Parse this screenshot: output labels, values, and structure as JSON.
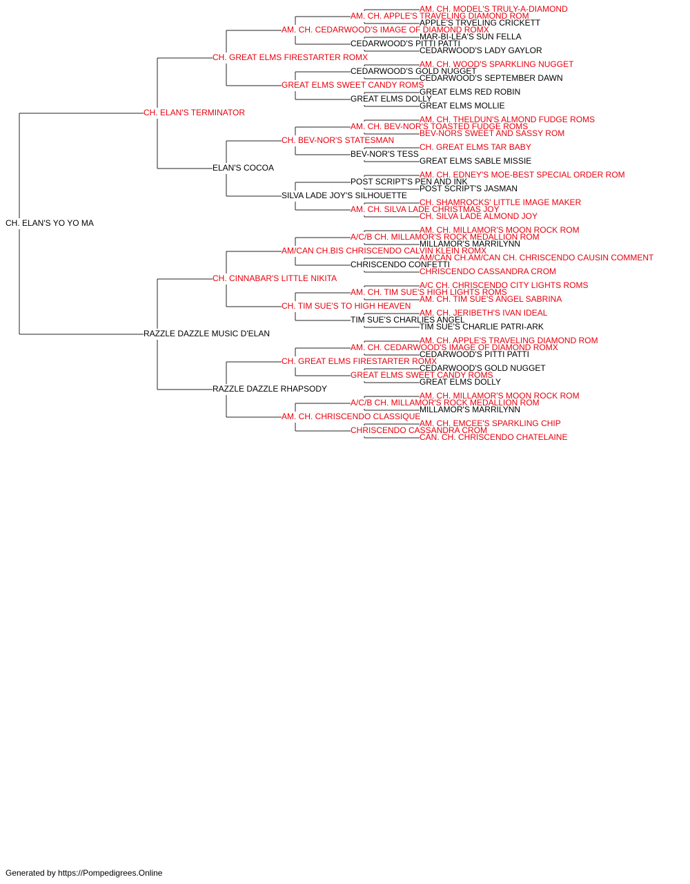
{
  "colors": {
    "titled": "#e8000d",
    "plain": "#000000",
    "line": "#222222"
  },
  "subject": "CH. ELAN'S YO YO MA",
  "generations": [
    [
      {
        "name": "CH. ELAN'S YO YO MA",
        "titled": false
      }
    ],
    [
      {
        "name": "CH. ELAN'S TERMINATOR",
        "titled": true
      },
      {
        "name": "RAZZLE DAZZLE MUSIC D'ELAN",
        "titled": false
      }
    ],
    [
      {
        "name": "CH. GREAT ELMS FIRESTARTER ROMX",
        "titled": true
      },
      {
        "name": "ELAN'S COCOA",
        "titled": false
      },
      {
        "name": "CH. CINNABAR'S LITTLE NIKITA",
        "titled": true
      },
      {
        "name": "RAZZLE DAZZLE RHAPSODY",
        "titled": false
      }
    ],
    [
      {
        "name": "AM. CH. CEDARWOOD'S IMAGE OF DIAMOND ROMX",
        "titled": true
      },
      {
        "name": "GREAT ELMS SWEET CANDY ROMS",
        "titled": true
      },
      {
        "name": "CH. BEV-NOR'S STATESMAN",
        "titled": true
      },
      {
        "name": "SILVA LADE JOY'S SILHOUETTE",
        "titled": false
      },
      {
        "name": "AM/CAN CH.BIS CHRISCENDO CALVIN KLEIN ROMX",
        "titled": true
      },
      {
        "name": "CH. TIM SUE'S TO HIGH HEAVEN",
        "titled": true
      },
      {
        "name": "CH. GREAT ELMS FIRESTARTER ROMX",
        "titled": true
      },
      {
        "name": "AM. CH. CHRISCENDO CLASSIQUE",
        "titled": true
      }
    ],
    [
      {
        "name": "AM. CH. APPLE'S TRAVELING DIAMOND ROM",
        "titled": true
      },
      {
        "name": "CEDARWOOD'S PITTI PATTI",
        "titled": false
      },
      {
        "name": "CEDARWOOD'S GOLD NUGGET",
        "titled": false
      },
      {
        "name": "GREAT ELMS DOLLY",
        "titled": false
      },
      {
        "name": "AM. CH. BEV-NOR'S TOASTED FUDGE ROMS",
        "titled": true
      },
      {
        "name": "BEV-NOR'S TESS",
        "titled": false
      },
      {
        "name": "POST SCRIPT'S PEN AND INK",
        "titled": false
      },
      {
        "name": "AM. CH. SILVA LADE CHRISTMAS JOY",
        "titled": true
      },
      {
        "name": "A/C/B CH. MILLAMOR'S ROCK MEDALLION ROM",
        "titled": true
      },
      {
        "name": "CHRISCENDO CONFETTI",
        "titled": false
      },
      {
        "name": "AM. CH. TIM SUE'S HIGH LIGHTS ROMS",
        "titled": true
      },
      {
        "name": "TIM SUE'S CHARLIES ANGEL",
        "titled": false
      },
      {
        "name": "AM. CH. CEDARWOOD'S IMAGE OF DIAMOND ROMX",
        "titled": true
      },
      {
        "name": "GREAT ELMS SWEET CANDY ROMS",
        "titled": true
      },
      {
        "name": "A/C/B CH. MILLAMOR'S ROCK MEDALLION ROM",
        "titled": true
      },
      {
        "name": "CHRISCENDO CASSANDRA CROM",
        "titled": true
      }
    ],
    [
      {
        "name": "AM. CH. MODEL'S TRULY-A-DIAMOND",
        "titled": true
      },
      {
        "name": "APPLE'S TRVELING CRICKETT",
        "titled": false
      },
      {
        "name": "MAR-BI-LEA'S SUN FELLA",
        "titled": false
      },
      {
        "name": "CEDARWOOD'S LADY GAYLOR",
        "titled": false
      },
      {
        "name": "AM. CH. WOOD'S SPARKLING NUGGET",
        "titled": true
      },
      {
        "name": "CEDARWOOD'S SEPTEMBER DAWN",
        "titled": false
      },
      {
        "name": "GREAT ELMS RED ROBIN",
        "titled": false
      },
      {
        "name": "GREAT ELMS MOLLIE",
        "titled": false
      },
      {
        "name": "AM. CH. THELDUN'S ALMOND FUDGE ROMS",
        "titled": true
      },
      {
        "name": "BEV-NORS SWEET AND SASSY ROM",
        "titled": true
      },
      {
        "name": "CH. GREAT ELMS TAR BABY",
        "titled": true
      },
      {
        "name": "GREAT ELMS SABLE MISSIE",
        "titled": false
      },
      {
        "name": "AM. CH. EDNEY'S MOE-BEST SPECIAL ORDER ROM",
        "titled": true
      },
      {
        "name": "POST SCRIPT'S JASMAN",
        "titled": false
      },
      {
        "name": "CH. SHAMROCKS' LITTLE IMAGE MAKER",
        "titled": true
      },
      {
        "name": "CH. SILVA LADE ALMOND JOY",
        "titled": true
      },
      {
        "name": "AM. CH. MILLAMOR'S MOON ROCK ROM",
        "titled": true
      },
      {
        "name": "MILLAMOR'S MARRILYNN",
        "titled": false
      },
      {
        "name": "AM/CAN CH.AM/CAN CH. CHRISCENDO CAUSIN COMMENT",
        "titled": true
      },
      {
        "name": "CHRISCENDO CASSANDRA CROM",
        "titled": true
      },
      {
        "name": "A/C CH. CHRISCENDO CITY LIGHTS ROMS",
        "titled": true
      },
      {
        "name": "AM. CH. TIM SUE'S ANGEL SABRINA",
        "titled": true
      },
      {
        "name": "AM. CH. JERIBETH'S IVAN IDEAL",
        "titled": true
      },
      {
        "name": "TIM SUE'S CHARLIE PATRI-ARK",
        "titled": false
      },
      {
        "name": "AM. CH. APPLE'S TRAVELING DIAMOND ROM",
        "titled": true
      },
      {
        "name": "CEDARWOOD'S PITTI PATTI",
        "titled": false
      },
      {
        "name": "CEDARWOOD'S GOLD NUGGET",
        "titled": false
      },
      {
        "name": "GREAT ELMS DOLLY",
        "titled": false
      },
      {
        "name": "AM. CH. MILLAMOR'S MOON ROCK ROM",
        "titled": true
      },
      {
        "name": "MILLAMOR'S MARRILYNN",
        "titled": false
      },
      {
        "name": "AM. CH. EMCEE'S SPARKLING CHIP",
        "titled": true
      },
      {
        "name": "CAN. CH. CHRISCENDO CHATELAINE",
        "titled": true
      }
    ]
  ],
  "footer": "Generated by https://Pompedigrees.Online"
}
